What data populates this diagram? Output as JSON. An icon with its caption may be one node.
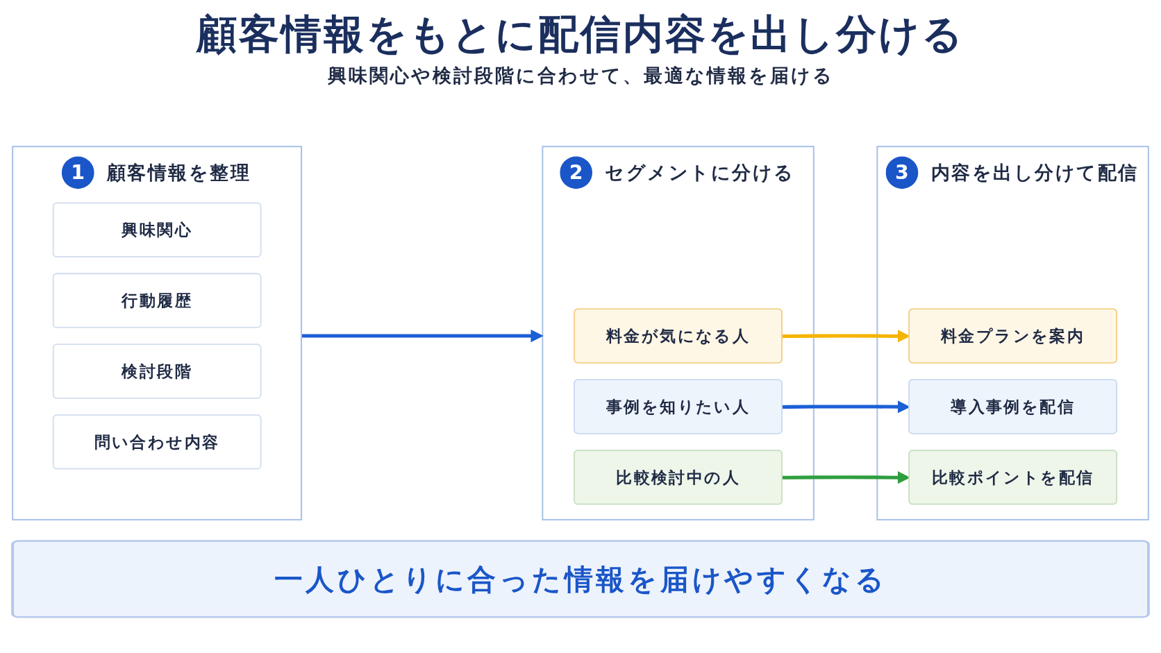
{
  "diagram": {
    "title": "顧客情報をもとに配信内容を出し分ける",
    "nodes": [
      {
        "text": [
          "1",
          "顧客情報を整理"
        ]
      },
      {
        "text": [
          "興味関心"
        ],
        "in": 0
      },
      {
        "text": [
          "行動履歴"
        ],
        "in": 0
      },
      {
        "text": [
          "検討段階"
        ],
        "in": 0
      },
      {
        "text": [
          "問い合わせ内容"
        ],
        "in": 0
      },
      {
        "text": [
          "2",
          "セグメントに分ける"
        ]
      },
      {
        "text": [
          "料金が気になる人"
        ],
        "in": 5
      },
      {
        "text": [
          "事例を知りたい人"
        ],
        "in": 5
      },
      {
        "text": [
          "比較検討中の人"
        ],
        "in": 5
      },
      {
        "text": [
          "3",
          "内容を出し分けて配信"
        ]
      },
      {
        "text": [
          "料金プランを案内"
        ],
        "in": 9
      },
      {
        "text": [
          "導入事例を配信"
        ],
        "in": 9
      },
      {
        "text": [
          "比較ポイントを配信"
        ],
        "in": 9
      },
      {
        "text": [
          "一人ひとりに合った情報を届けやすくなる"
        ]
      }
    ],
    "edges": [
      {
        "from": 0,
        "to": 5,
        "arrow": "to"
      },
      {
        "from": 6,
        "to": 10,
        "arrow": "to",
        "color": "#f5b400"
      },
      {
        "from": 7,
        "to": 11,
        "arrow": "to"
      },
      {
        "from": 8,
        "to": 12,
        "arrow": "to",
        "color": "#2e9e3e"
      }
    ],
    "labels": [
      "興味関心や検討段階に合わせて、最適な情報を届ける"
    ]
  }
}
